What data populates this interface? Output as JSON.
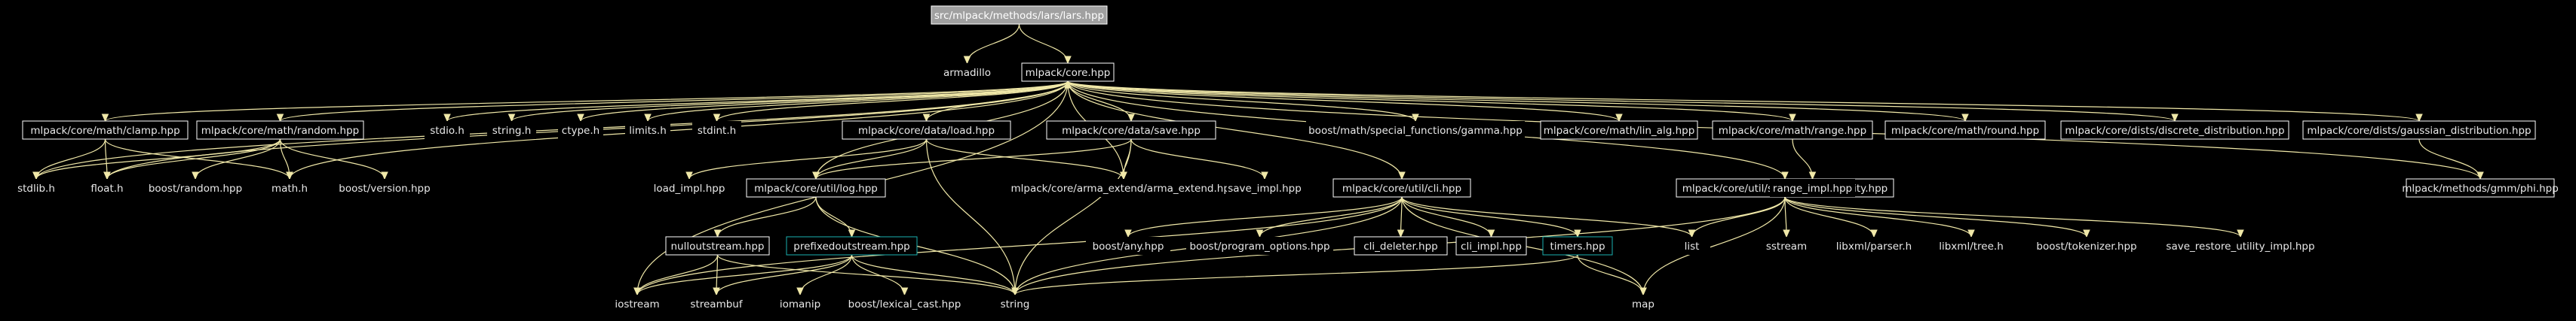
{
  "graph": {
    "title": "src/mlpack/methods/lars/lars.hpp",
    "nodes": [
      {
        "id": "root",
        "label": "src/mlpack/methods/lars/lars.hpp",
        "kind": "root"
      },
      {
        "id": "armadillo",
        "label": "armadillo",
        "kind": "system"
      },
      {
        "id": "core",
        "label": "mlpack/core.hpp",
        "kind": "local"
      },
      {
        "id": "clamp",
        "label": "mlpack/core/math/clamp.hpp",
        "kind": "local"
      },
      {
        "id": "random",
        "label": "mlpack/core/math/random.hpp",
        "kind": "local"
      },
      {
        "id": "stdio",
        "label": "stdio.h",
        "kind": "system"
      },
      {
        "id": "string_h",
        "label": "string.h",
        "kind": "system"
      },
      {
        "id": "ctype",
        "label": "ctype.h",
        "kind": "system"
      },
      {
        "id": "limits",
        "label": "limits.h",
        "kind": "system"
      },
      {
        "id": "stdint",
        "label": "stdint.h",
        "kind": "system"
      },
      {
        "id": "load",
        "label": "mlpack/core/data/load.hpp",
        "kind": "local"
      },
      {
        "id": "save",
        "label": "mlpack/core/data/save.hpp",
        "kind": "local"
      },
      {
        "id": "gamma",
        "label": "boost/math/special_functions/gamma.hpp",
        "kind": "system"
      },
      {
        "id": "lin_alg",
        "label": "mlpack/core/math/lin_alg.hpp",
        "kind": "local"
      },
      {
        "id": "range",
        "label": "mlpack/core/math/range.hpp",
        "kind": "local"
      },
      {
        "id": "round",
        "label": "mlpack/core/math/round.hpp",
        "kind": "local"
      },
      {
        "id": "discrete",
        "label": "mlpack/core/dists/discrete_distribution.hpp",
        "kind": "local"
      },
      {
        "id": "gaussian",
        "label": "mlpack/core/dists/gaussian_distribution.hpp",
        "kind": "local"
      },
      {
        "id": "stdlib",
        "label": "stdlib.h",
        "kind": "system"
      },
      {
        "id": "float",
        "label": "float.h",
        "kind": "system"
      },
      {
        "id": "boost_random",
        "label": "boost/random.hpp",
        "kind": "system"
      },
      {
        "id": "math",
        "label": "math.h",
        "kind": "system"
      },
      {
        "id": "boost_version",
        "label": "boost/version.hpp",
        "kind": "system"
      },
      {
        "id": "load_impl",
        "label": "load_impl.hpp",
        "kind": "system"
      },
      {
        "id": "log",
        "label": "mlpack/core/util/log.hpp",
        "kind": "local"
      },
      {
        "id": "arma_extend",
        "label": "mlpack/core/arma_extend/arma_extend.hpp",
        "kind": "system"
      },
      {
        "id": "save_impl",
        "label": "save_impl.hpp",
        "kind": "system"
      },
      {
        "id": "cli",
        "label": "mlpack/core/util/cli.hpp",
        "kind": "local"
      },
      {
        "id": "sru",
        "label": "mlpack/core/util/save_restore_utility.hpp",
        "kind": "local"
      },
      {
        "id": "range_impl",
        "label": "range_impl.hpp",
        "kind": "system"
      },
      {
        "id": "phi",
        "label": "mlpack/methods/gmm/phi.hpp",
        "kind": "local"
      },
      {
        "id": "nullout",
        "label": "nulloutstream.hpp",
        "kind": "local"
      },
      {
        "id": "prefixed",
        "label": "prefixedoutstream.hpp",
        "kind": "highlight"
      },
      {
        "id": "boost_any",
        "label": "boost/any.hpp",
        "kind": "system"
      },
      {
        "id": "boost_po",
        "label": "boost/program_options.hpp",
        "kind": "system"
      },
      {
        "id": "cli_deleter",
        "label": "cli_deleter.hpp",
        "kind": "local"
      },
      {
        "id": "cli_impl",
        "label": "cli_impl.hpp",
        "kind": "local"
      },
      {
        "id": "timers",
        "label": "timers.hpp",
        "kind": "highlight"
      },
      {
        "id": "list",
        "label": "list",
        "kind": "system"
      },
      {
        "id": "sstream",
        "label": "sstream",
        "kind": "system"
      },
      {
        "id": "libxml_parser",
        "label": "libxml/parser.h",
        "kind": "system"
      },
      {
        "id": "libxml_tree",
        "label": "libxml/tree.h",
        "kind": "system"
      },
      {
        "id": "boost_tok",
        "label": "boost/tokenizer.hpp",
        "kind": "system"
      },
      {
        "id": "sru_impl",
        "label": "save_restore_utility_impl.hpp",
        "kind": "system"
      },
      {
        "id": "iostream",
        "label": "iostream",
        "kind": "system"
      },
      {
        "id": "streambuf",
        "label": "streambuf",
        "kind": "system"
      },
      {
        "id": "iomanip",
        "label": "iomanip",
        "kind": "system"
      },
      {
        "id": "lexical",
        "label": "boost/lexical_cast.hpp",
        "kind": "system"
      },
      {
        "id": "string",
        "label": "string",
        "kind": "system"
      },
      {
        "id": "map",
        "label": "map",
        "kind": "system"
      }
    ],
    "edges": [
      [
        "root",
        "armadillo"
      ],
      [
        "root",
        "core"
      ],
      [
        "core",
        "clamp"
      ],
      [
        "core",
        "random"
      ],
      [
        "core",
        "stdio"
      ],
      [
        "core",
        "string_h"
      ],
      [
        "core",
        "ctype"
      ],
      [
        "core",
        "limits"
      ],
      [
        "core",
        "stdint"
      ],
      [
        "core",
        "load"
      ],
      [
        "core",
        "save"
      ],
      [
        "core",
        "gamma"
      ],
      [
        "core",
        "lin_alg"
      ],
      [
        "core",
        "range"
      ],
      [
        "core",
        "round"
      ],
      [
        "core",
        "discrete"
      ],
      [
        "core",
        "gaussian"
      ],
      [
        "core",
        "stdlib"
      ],
      [
        "core",
        "float"
      ],
      [
        "core",
        "math"
      ],
      [
        "core",
        "log"
      ],
      [
        "core",
        "arma_extend"
      ],
      [
        "core",
        "cli"
      ],
      [
        "core",
        "sru"
      ],
      [
        "core",
        "iostream"
      ],
      [
        "clamp",
        "stdlib"
      ],
      [
        "clamp",
        "float"
      ],
      [
        "clamp",
        "math"
      ],
      [
        "random",
        "stdlib"
      ],
      [
        "random",
        "float"
      ],
      [
        "random",
        "boost_random"
      ],
      [
        "random",
        "math"
      ],
      [
        "random",
        "boost_version"
      ],
      [
        "load",
        "load_impl"
      ],
      [
        "load",
        "log"
      ],
      [
        "load",
        "arma_extend"
      ],
      [
        "load",
        "string"
      ],
      [
        "save",
        "log"
      ],
      [
        "save",
        "arma_extend"
      ],
      [
        "save",
        "save_impl"
      ],
      [
        "save",
        "string"
      ],
      [
        "range",
        "range_impl"
      ],
      [
        "gaussian",
        "phi"
      ],
      [
        "phi",
        "core"
      ],
      [
        "log",
        "nullout"
      ],
      [
        "log",
        "prefixed"
      ],
      [
        "log",
        "string"
      ],
      [
        "cli",
        "boost_any"
      ],
      [
        "cli",
        "boost_po"
      ],
      [
        "cli",
        "cli_deleter"
      ],
      [
        "cli",
        "cli_impl"
      ],
      [
        "cli",
        "timers"
      ],
      [
        "cli",
        "list"
      ],
      [
        "cli",
        "map"
      ],
      [
        "cli",
        "iostream"
      ],
      [
        "cli",
        "string"
      ],
      [
        "sru",
        "list"
      ],
      [
        "sru",
        "sstream"
      ],
      [
        "sru",
        "libxml_parser"
      ],
      [
        "sru",
        "libxml_tree"
      ],
      [
        "sru",
        "boost_tok"
      ],
      [
        "sru",
        "sru_impl"
      ],
      [
        "sru",
        "map"
      ],
      [
        "sru",
        "string"
      ],
      [
        "nullout",
        "iostream"
      ],
      [
        "nullout",
        "streambuf"
      ],
      [
        "nullout",
        "string"
      ],
      [
        "prefixed",
        "iostream"
      ],
      [
        "prefixed",
        "streambuf"
      ],
      [
        "prefixed",
        "iomanip"
      ],
      [
        "prefixed",
        "lexical"
      ],
      [
        "prefixed",
        "string"
      ],
      [
        "timers",
        "map"
      ],
      [
        "timers",
        "string"
      ]
    ]
  }
}
